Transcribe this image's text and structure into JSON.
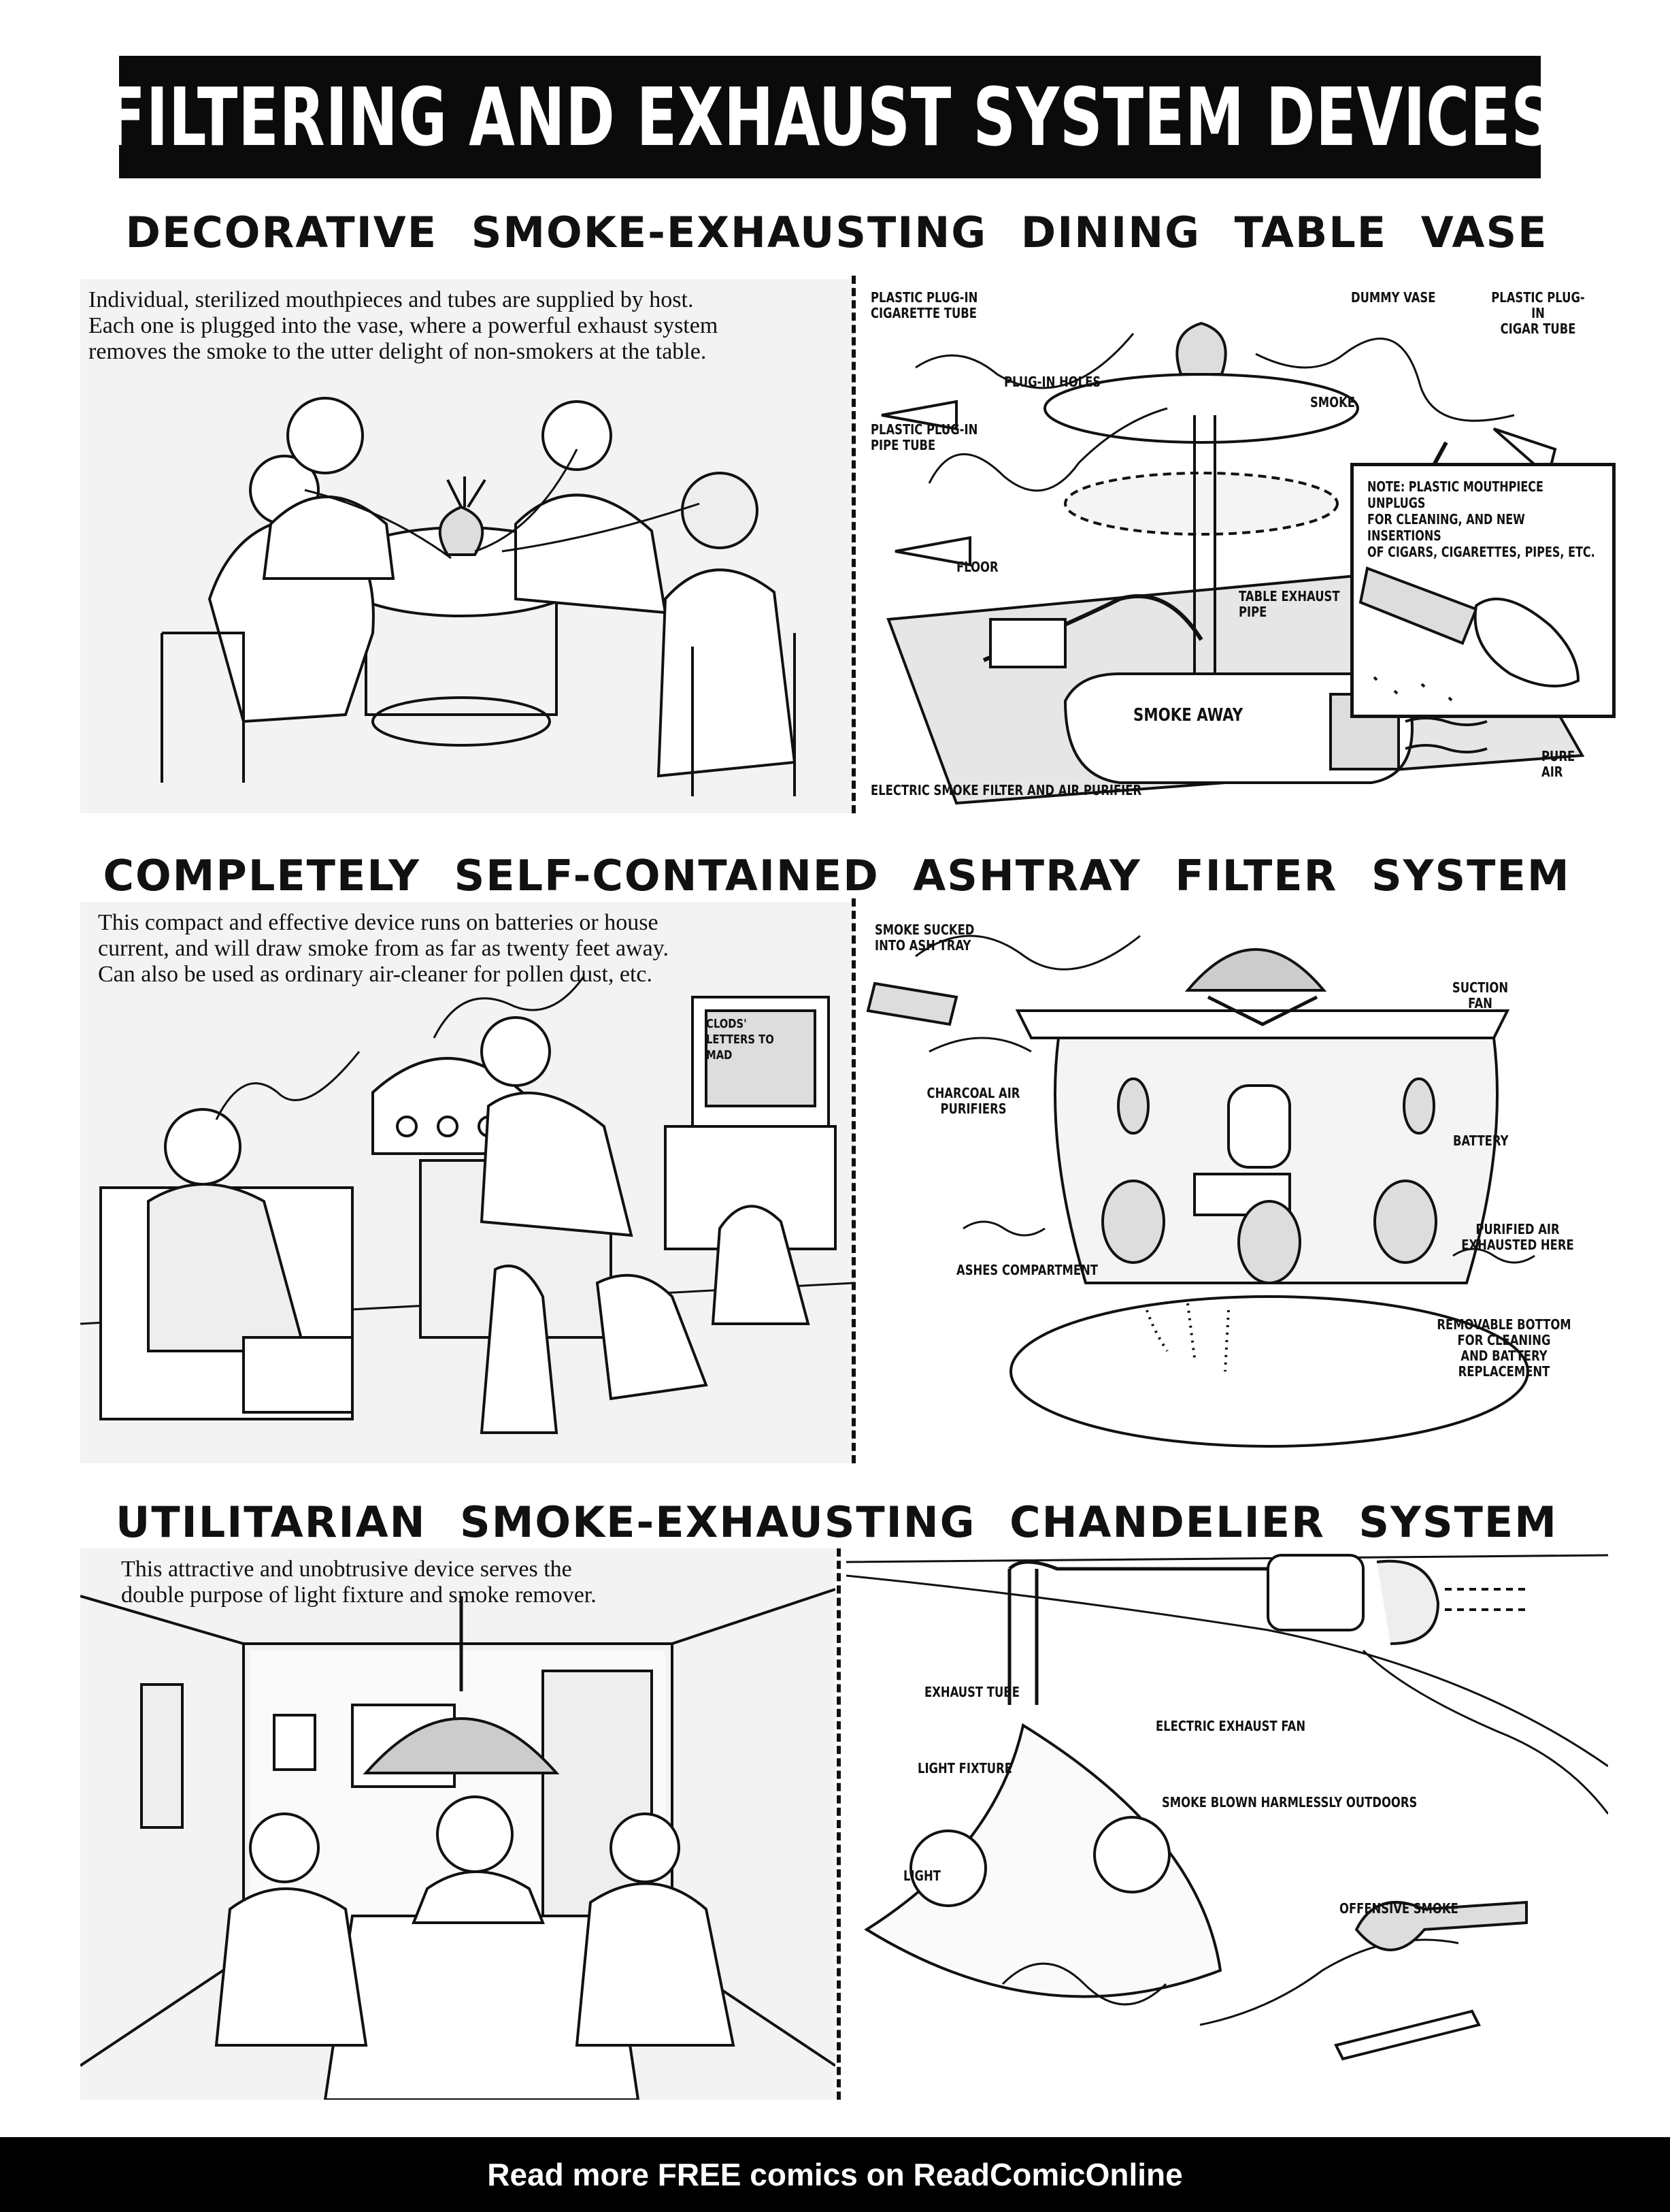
{
  "page": {
    "title": "FILTERING AND EXHAUST SYSTEM DEVICES"
  },
  "sections": [
    {
      "heading": "DECORATIVE SMOKE-EXHAUSTING DINING TABLE VASE",
      "caption": "Individual, sterilized mouthpieces and tubes are supplied by host.\nEach one is plugged into the vase, where a powerful exhaust system\nremoves the smoke to the utter delight of non-smokers at the table.",
      "labels": {
        "cigarette_tube": "PLASTIC PLUG-IN\nCIGARETTE TUBE",
        "dummy_vase": "DUMMY VASE",
        "cigar_tube": "PLASTIC PLUG-IN\nCIGAR TUBE",
        "plug_in_holes": "PLUG-IN HOLES",
        "smoke": "SMOKE",
        "pipe_tube": "PLASTIC PLUG-IN\nPIPE TUBE",
        "floor": "FLOOR",
        "table_exhaust_pipe": "TABLE EXHAUST\nPIPE",
        "pure_air": "PURE AIR",
        "filter_purifier": "ELECTRIC SMOKE FILTER AND AIR PURIFIER",
        "canister_lettering": "SMOKE AWAY",
        "note": "NOTE: PLASTIC MOUTHPIECE UNPLUGS\nFOR CLEANING, AND NEW INSERTIONS\nOF CIGARS, CIGARETTES, PIPES, ETC."
      }
    },
    {
      "heading": "COMPLETELY SELF-CONTAINED ASHTRAY FILTER SYSTEM",
      "caption": "This compact and effective device runs on batteries or house\ncurrent, and will draw smoke from as far as twenty feet away.\nCan also be used as ordinary air-cleaner for pollen dust, etc.",
      "tv_screen": "CLODS' LETTERS TO MAD",
      "labels": {
        "smoke_sucked": "SMOKE SUCKED\nINTO ASH TRAY",
        "suction_fan": "SUCTION\nFAN",
        "charcoal_purifiers": "CHARCOAL AIR\nPURIFIERS",
        "battery": "BATTERY",
        "purified_air": "PURIFIED AIR\nEXHAUSTED HERE",
        "ashes_compartment": "ASHES COMPARTMENT",
        "removable_bottom": "REMOVABLE BOTTOM\nFOR CLEANING\nAND BATTERY REPLACEMENT"
      }
    },
    {
      "heading": "UTILITARIAN SMOKE-EXHAUSTING CHANDELIER SYSTEM",
      "caption": "This attractive and unobtrusive device serves the\ndouble purpose of light fixture and smoke remover.",
      "labels": {
        "exhaust_tube": "EXHAUST TUBE",
        "electric_exhaust_fan": "ELECTRIC EXHAUST FAN",
        "light_fixture": "LIGHT FIXTURE",
        "smoke_blown": "SMOKE BLOWN HARMLESSLY OUTDOORS",
        "light": "LIGHT",
        "offensive_smoke": "OFFENSIVE SMOKE"
      }
    }
  ],
  "footer": {
    "text": "Read more FREE comics on ReadComicOnline"
  }
}
